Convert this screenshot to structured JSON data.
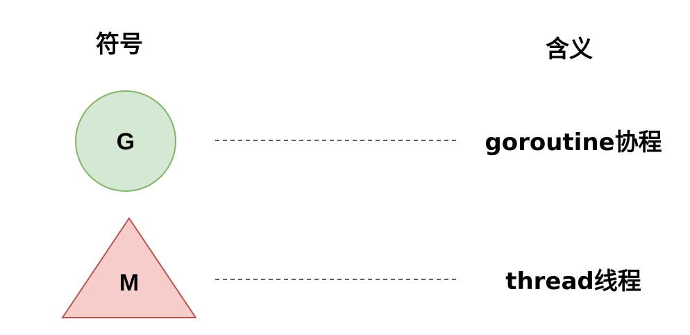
{
  "headers": {
    "symbol": "符号",
    "meaning": "含义"
  },
  "rows": [
    {
      "shape": "circle",
      "symbol_text": "G",
      "meaning": "goroutine协程",
      "fill": "#d5e8d4",
      "stroke": "#82b366"
    },
    {
      "shape": "triangle",
      "symbol_text": "M",
      "meaning": "thread线程",
      "fill": "#f8cecc",
      "stroke": "#b85450"
    }
  ]
}
